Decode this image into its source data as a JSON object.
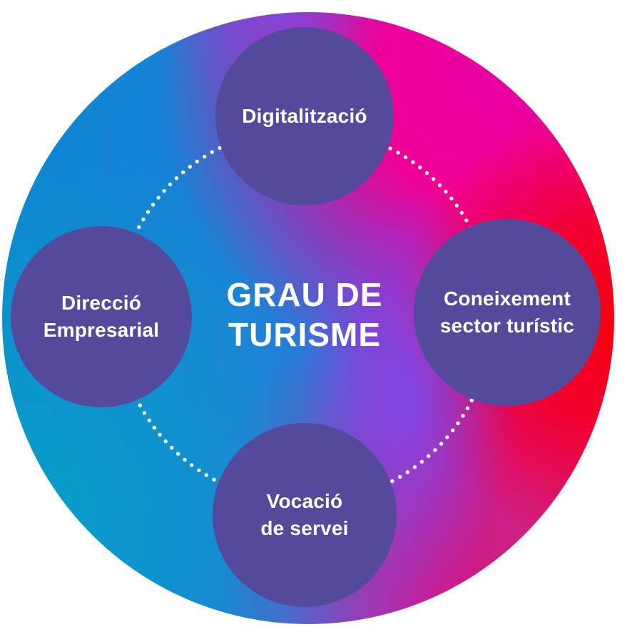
{
  "diagram": {
    "title": {
      "line1": "GRAU DE",
      "line2": "TURISME"
    },
    "nodes": {
      "top": {
        "lines": [
          "Digitalització"
        ]
      },
      "left": {
        "lines": [
          "Direcció",
          "Empresarial"
        ]
      },
      "right": {
        "lines": [
          "Coneixement",
          "sector turístic"
        ]
      },
      "bottom": {
        "lines": [
          "Vocació",
          "de servei"
        ]
      }
    },
    "colors": {
      "node_fill": "#544a9c",
      "text": "#ffffff",
      "connector_dots": "#ffffff",
      "gradient_blue_top_left": "#0e85d3",
      "gradient_teal_bottom_left": "#08a0c6",
      "gradient_blue_center": "#2f74e0",
      "gradient_violet_band": "#7d46e8",
      "gradient_magenta_top_right": "#ee0096",
      "gradient_red_right": "#f8000f",
      "gradient_pink_bottom_right": "#cb2484"
    }
  }
}
